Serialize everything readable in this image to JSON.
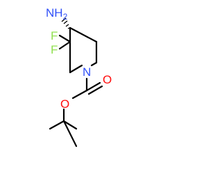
{
  "molecule": {
    "atoms": {
      "amino": "NH",
      "amino_subscript": "2",
      "fluorine_1": "F",
      "fluorine_2": "F",
      "ring_nitrogen": "N",
      "carbonyl_oxygen": "O",
      "ester_oxygen": "O"
    },
    "colors": {
      "nitrogen": "#3050F8",
      "oxygen": "#FF0D0D",
      "fluorine": "#90E050",
      "carbon_bond": "#000000"
    }
  }
}
